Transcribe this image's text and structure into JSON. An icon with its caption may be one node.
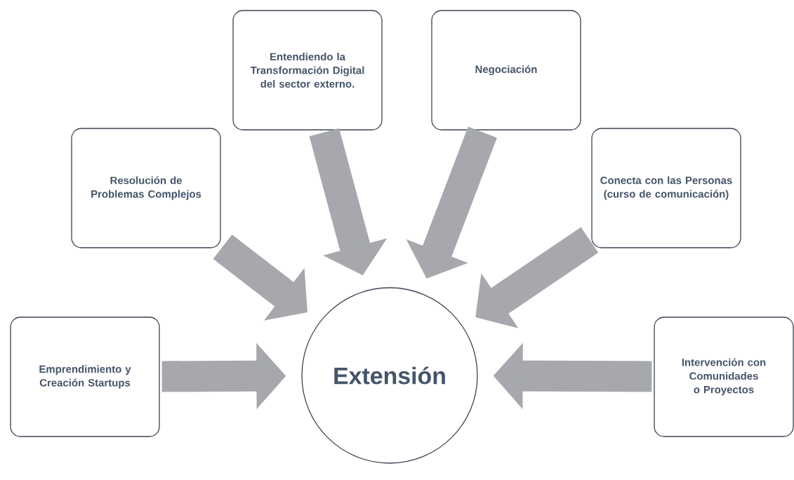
{
  "diagram": {
    "nodes": [
      {
        "text": [
          "Emprendimiento y Creación Startups"
        ]
      },
      {
        "text": [
          "Resolución de Problemas Complejos"
        ]
      },
      {
        "text": [
          "Entendiendo la Transformación Digital del sector externo."
        ]
      },
      {
        "text": [
          "Negociación"
        ]
      },
      {
        "text": [
          "Conecta con las Personas (curso de comunicación)"
        ]
      },
      {
        "text": [
          "Intervención con Comunidades o Proyectos"
        ]
      },
      {
        "text": [
          "Extensión"
        ]
      }
    ],
    "edges": [
      {
        "from": 0,
        "to": 6,
        "arrow": "to"
      },
      {
        "from": 1,
        "to": 6,
        "arrow": "to"
      },
      {
        "from": 2,
        "to": 6,
        "arrow": "to"
      },
      {
        "from": 3,
        "to": 6,
        "arrow": "to"
      },
      {
        "from": 4,
        "to": 6,
        "arrow": "to"
      },
      {
        "from": 5,
        "to": 6,
        "arrow": "to"
      }
    ]
  }
}
